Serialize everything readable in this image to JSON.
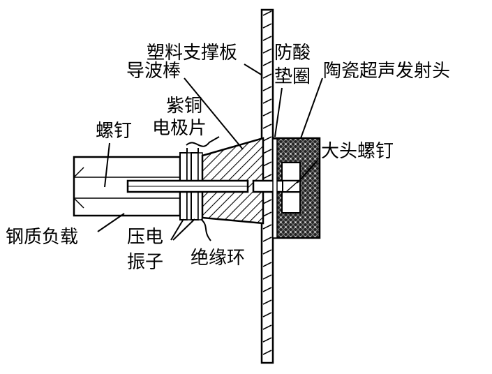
{
  "labels": {
    "support_plate": "塑料支撑板",
    "acid_ring_line1": "防酸",
    "acid_ring_line2": "垫圈",
    "ceramic_head": "陶瓷超声发射头",
    "waveguide_rod": "导波棒",
    "copper_line1": "紫铜",
    "copper_line2": "电极片",
    "screw": "螺钉",
    "big_head_screw": "大头螺钉",
    "steel_load": "钢质负载",
    "piezo_line1": "压电",
    "piezo_line2": "振子",
    "insulating_ring": "绝缘环"
  },
  "colors": {
    "line": "#000000",
    "background": "#ffffff"
  }
}
